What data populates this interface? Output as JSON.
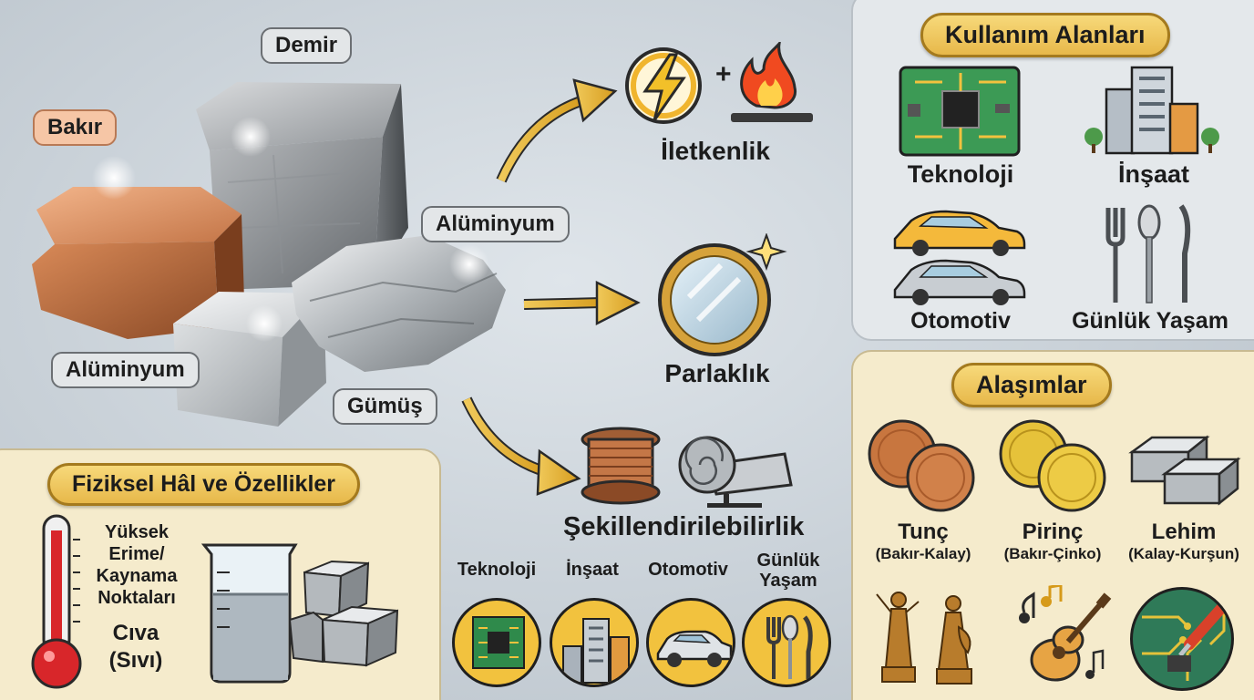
{
  "metals": {
    "copper": "Bakır",
    "iron": "Demir",
    "aluminium_top": "Alüminyum",
    "aluminium_bottom": "Alüminyum",
    "silver": "Gümüş"
  },
  "properties": {
    "conductivity": "İletkenlik",
    "shine": "Parlaklık",
    "malleability": "Şekillendirilebilirlik"
  },
  "bottom_uses": {
    "technology": "Teknoloji",
    "construction": "İnşaat",
    "automotive": "Otomotiv",
    "daily_line1": "Günlük",
    "daily_line2": "Yaşam"
  },
  "physical": {
    "title": "Fiziksel Hâl ve Özellikler",
    "melt_line1": "Yüksek",
    "melt_line2": "Erime/",
    "melt_line3": "Kaynama",
    "melt_line4": "Noktaları",
    "mercury_line1": "Cıva",
    "mercury_line2": "(Sıvı)"
  },
  "usage": {
    "title": "Kullanım Alanları",
    "technology": "Teknoloji",
    "construction": "İnşaat",
    "automotive": "Otomotiv",
    "daily": "Günlük Yaşam"
  },
  "alloys": {
    "title": "Alaşımlar",
    "bronze": "Tunç",
    "bronze_sub": "(Bakır-Kalay)",
    "brass": "Pirinç",
    "brass_sub": "(Bakır-Çinko)",
    "solder": "Lehim",
    "solder_sub": "(Kalay-Kurşun)"
  },
  "colors": {
    "gold": "#e9bb46",
    "copper": "#c07a4e",
    "cream_panel": "#f5ebcc",
    "grey_panel": "#e4e8eb"
  }
}
